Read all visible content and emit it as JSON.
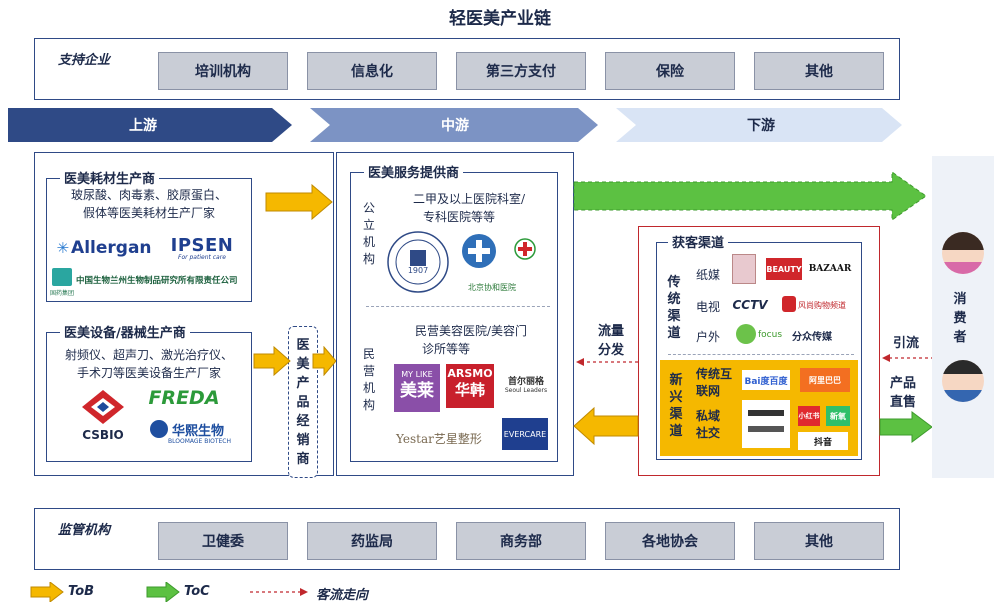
{
  "title": "轻医美产业链",
  "support": {
    "label": "支持企业",
    "items": [
      "培训机构",
      "信息化",
      "第三方支付",
      "保险",
      "其他"
    ]
  },
  "stages": [
    "上游",
    "中游",
    "下游"
  ],
  "upstream": {
    "materials": {
      "title": "医美耗材生产商",
      "desc_line1": "玻尿酸、肉毒素、胶原蛋白、",
      "desc_line2": "假体等医美耗材生产厂家",
      "logos": [
        "Allergan",
        "IPSEN",
        "For patient care",
        "中国生物兰州生物制品研究所有限责任公司",
        "国药集团"
      ]
    },
    "equipment": {
      "title": "医美设备/器械生产商",
      "desc_line1": "射频仪、超声刀、激光治疗仪、",
      "desc_line2": "手术刀等医美设备生产厂家",
      "logos": [
        "CSBIO",
        "FREDA",
        "华熙生物",
        "BLOOMAGE BIOTECH"
      ]
    },
    "distributor": "医美产品经销商"
  },
  "midstream": {
    "title": "医美服务提供商",
    "public": {
      "label": "公立机构",
      "desc_line1": "二甲及以上医院科室/",
      "desc_line2": "专科医院等等",
      "logos": [
        "1907",
        "北京协和医院"
      ]
    },
    "private": {
      "label": "民营机构",
      "desc_line1": "民营美容医院/美容门",
      "desc_line2": "诊所等等",
      "logos": [
        "MY LIKE",
        "美莱",
        "ARSMO",
        "华韩",
        "首尔丽格",
        "Seoul Leaders",
        "Yestar艺星整形",
        "EVERCARE"
      ]
    }
  },
  "downstream": {
    "title": "获客渠道",
    "traditional": {
      "label": "传统渠道",
      "rows": [
        "纸媒",
        "电视",
        "户外"
      ],
      "logos": [
        "BEAUTY",
        "BAZAAR",
        "CCTV",
        "风尚购物频道",
        "focus",
        "分众传媒"
      ]
    },
    "emerging": {
      "label": "新兴渠道",
      "rows": [
        "传统互联网",
        "私域社交"
      ],
      "logos": [
        "Bai度百度",
        "阿里巴巴",
        "小红书",
        "新氧",
        "抖音"
      ]
    }
  },
  "consumer": "消费者",
  "flow_labels": {
    "distribution": "流量分发",
    "lead": "引流",
    "direct": "产品直售"
  },
  "regulation": {
    "label": "监管机构",
    "items": [
      "卫健委",
      "药监局",
      "商务部",
      "各地协会",
      "其他"
    ]
  },
  "legend": {
    "tob": "ToB",
    "toc": "ToC",
    "traffic": "客流走向"
  },
  "colors": {
    "navy": "#2f4a86",
    "orange": "#f5b800",
    "green": "#5cc142",
    "red": "#c0282d"
  }
}
